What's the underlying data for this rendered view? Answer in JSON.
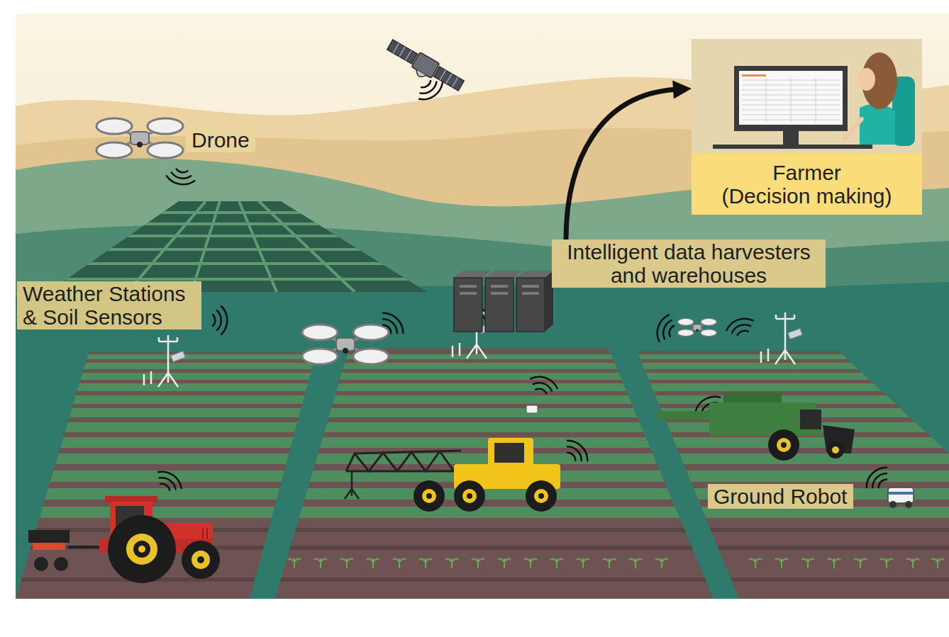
{
  "diagram": {
    "nodes": [
      {
        "text": [
          "Drone"
        ]
      },
      {
        "text": [
          "Farmer (Decision making)"
        ]
      },
      {
        "text": [
          "Intelligent data harvesters and warehouses"
        ]
      },
      {
        "text": [
          "Weather Stations & Soil Sensors"
        ]
      },
      {
        "text": [
          "Ground Robot"
        ]
      }
    ],
    "edges": [
      {
        "from": 2,
        "to": 1,
        "arrow": "to"
      }
    ]
  }
}
